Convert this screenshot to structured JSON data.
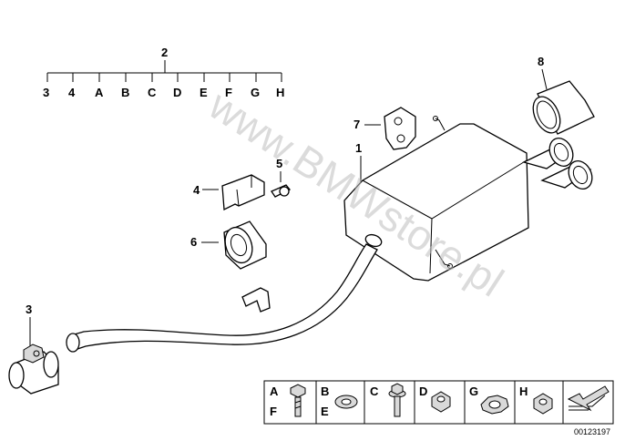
{
  "diagram": {
    "kit_number": "2",
    "kit_items": [
      "3",
      "4",
      "A",
      "B",
      "C",
      "D",
      "E",
      "F",
      "G",
      "H"
    ],
    "callouts": {
      "p1": "1",
      "p3": "3",
      "p4": "4",
      "p5": "5",
      "p6": "6",
      "p7": "7",
      "p8": "8"
    },
    "watermark": "www.BMWstore.pl",
    "legend": {
      "row_top": [
        "A",
        "B",
        "C",
        "D",
        "G",
        "H"
      ],
      "row_bottom": [
        "F",
        "E"
      ]
    },
    "image_id": "00123197"
  }
}
